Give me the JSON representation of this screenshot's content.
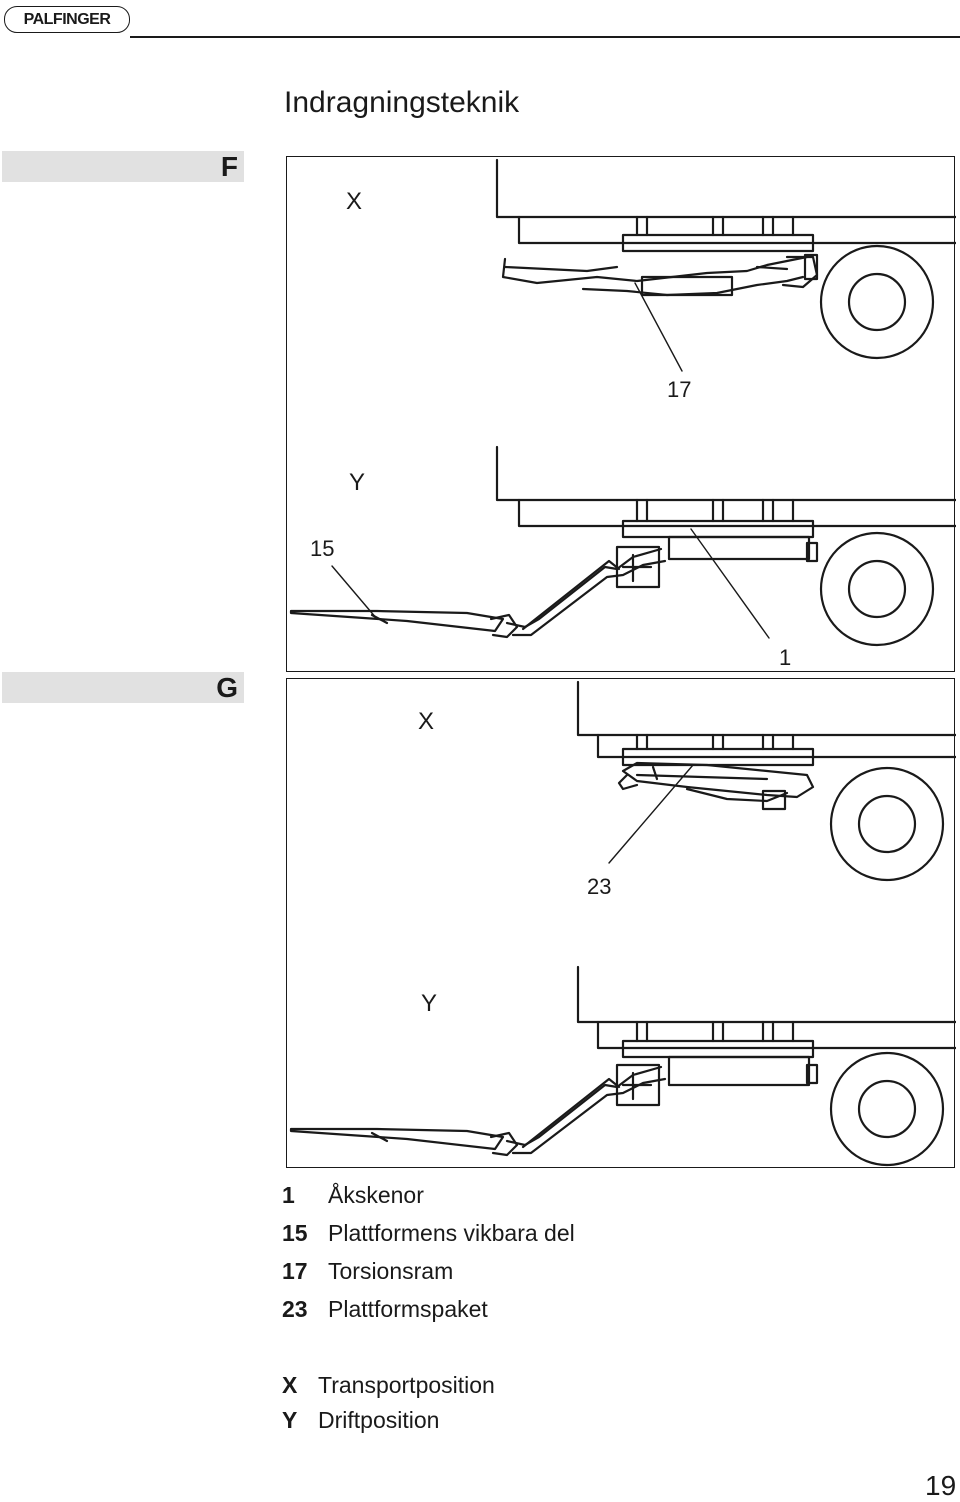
{
  "header": {
    "logo_text": "PALFINGER"
  },
  "page_title": "Indragningsteknik",
  "sections": [
    {
      "letter": "F"
    },
    {
      "letter": "G"
    }
  ],
  "figure_f": {
    "label_x": "X",
    "label_y": "Y",
    "callout_17": "17",
    "callout_15": "15",
    "callout_1": "1"
  },
  "figure_g": {
    "label_x": "X",
    "label_y": "Y",
    "callout_23": "23"
  },
  "legend": {
    "items": [
      {
        "num": "1",
        "text": "Åkskenor"
      },
      {
        "num": "15",
        "text": "Plattformens vikbara del"
      },
      {
        "num": "17",
        "text": "Torsionsram"
      },
      {
        "num": "23",
        "text": "Plattformspaket"
      }
    ],
    "positions": [
      {
        "key": "X",
        "text": "Transportposition"
      },
      {
        "key": "Y",
        "text": "Driftposition"
      }
    ]
  },
  "page_number": "19"
}
